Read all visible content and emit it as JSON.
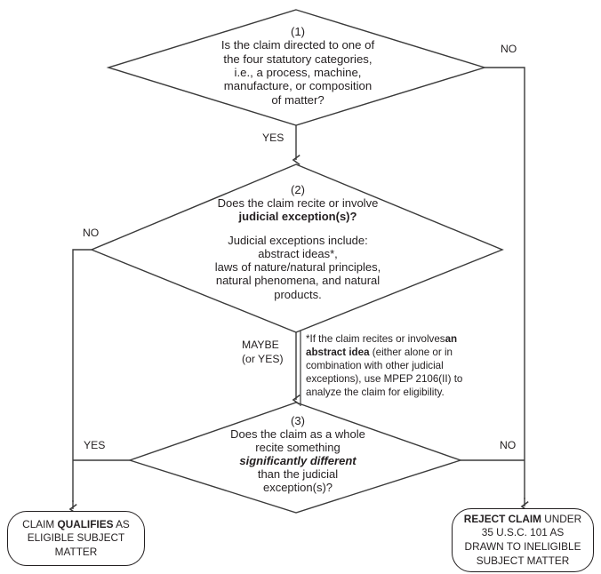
{
  "diagram": {
    "title": "Patent subject matter eligibility flowchart",
    "line_color": "#3a3a3a",
    "text_color": "#231f20"
  },
  "nodes": {
    "decision1": {
      "number": "(1)",
      "line1": "Is the claim directed to one of",
      "line2": "the four statutory categories,",
      "line3": "i.e., a process, machine,",
      "line4": "manufacture, or composition",
      "line5": "of matter?"
    },
    "decision2": {
      "number": "(2)",
      "line1": "Does the claim recite or involve",
      "line2_bold": "judicial exception(s)?",
      "line3": "Judicial exceptions include:",
      "line4": "abstract ideas*,",
      "line5": "laws of nature/natural principles,",
      "line6": "natural phenomena, and natural",
      "line7": "products."
    },
    "decision3": {
      "number": "(3)",
      "line1": "Does the claim as a whole",
      "line2": "recite something",
      "line3_bolditalic": "significantly different",
      "line4": "than the judicial",
      "line5": "exception(s)?"
    },
    "footnote": {
      "part1": "*If the claim recites or involves",
      "part2_bold": "an abstract idea",
      "part3": "(either alone or in combination with other judicial exceptions), use MPEP 2106(II) to analyze the claim for eligibility."
    },
    "terminal_eligible": {
      "line1_pre": "CLAIM ",
      "line1_bold": "QUALIFIES",
      "line1_post": " AS",
      "line2": "ELIGIBLE SUBJECT",
      "line3": "MATTER"
    },
    "terminal_reject": {
      "line1_bold": "REJECT CLAIM",
      "line1_post": " UNDER",
      "line2": "35 U.S.C. 101 AS",
      "line3": "DRAWN TO INELIGIBLE",
      "line4": "SUBJECT MATTER"
    }
  },
  "edges": {
    "d1_no": "NO",
    "d1_yes": "YES",
    "d2_no": "NO",
    "d2_maybe_line1": "MAYBE",
    "d2_maybe_line2": "(or YES)",
    "d3_yes": "YES",
    "d3_no": "NO"
  }
}
